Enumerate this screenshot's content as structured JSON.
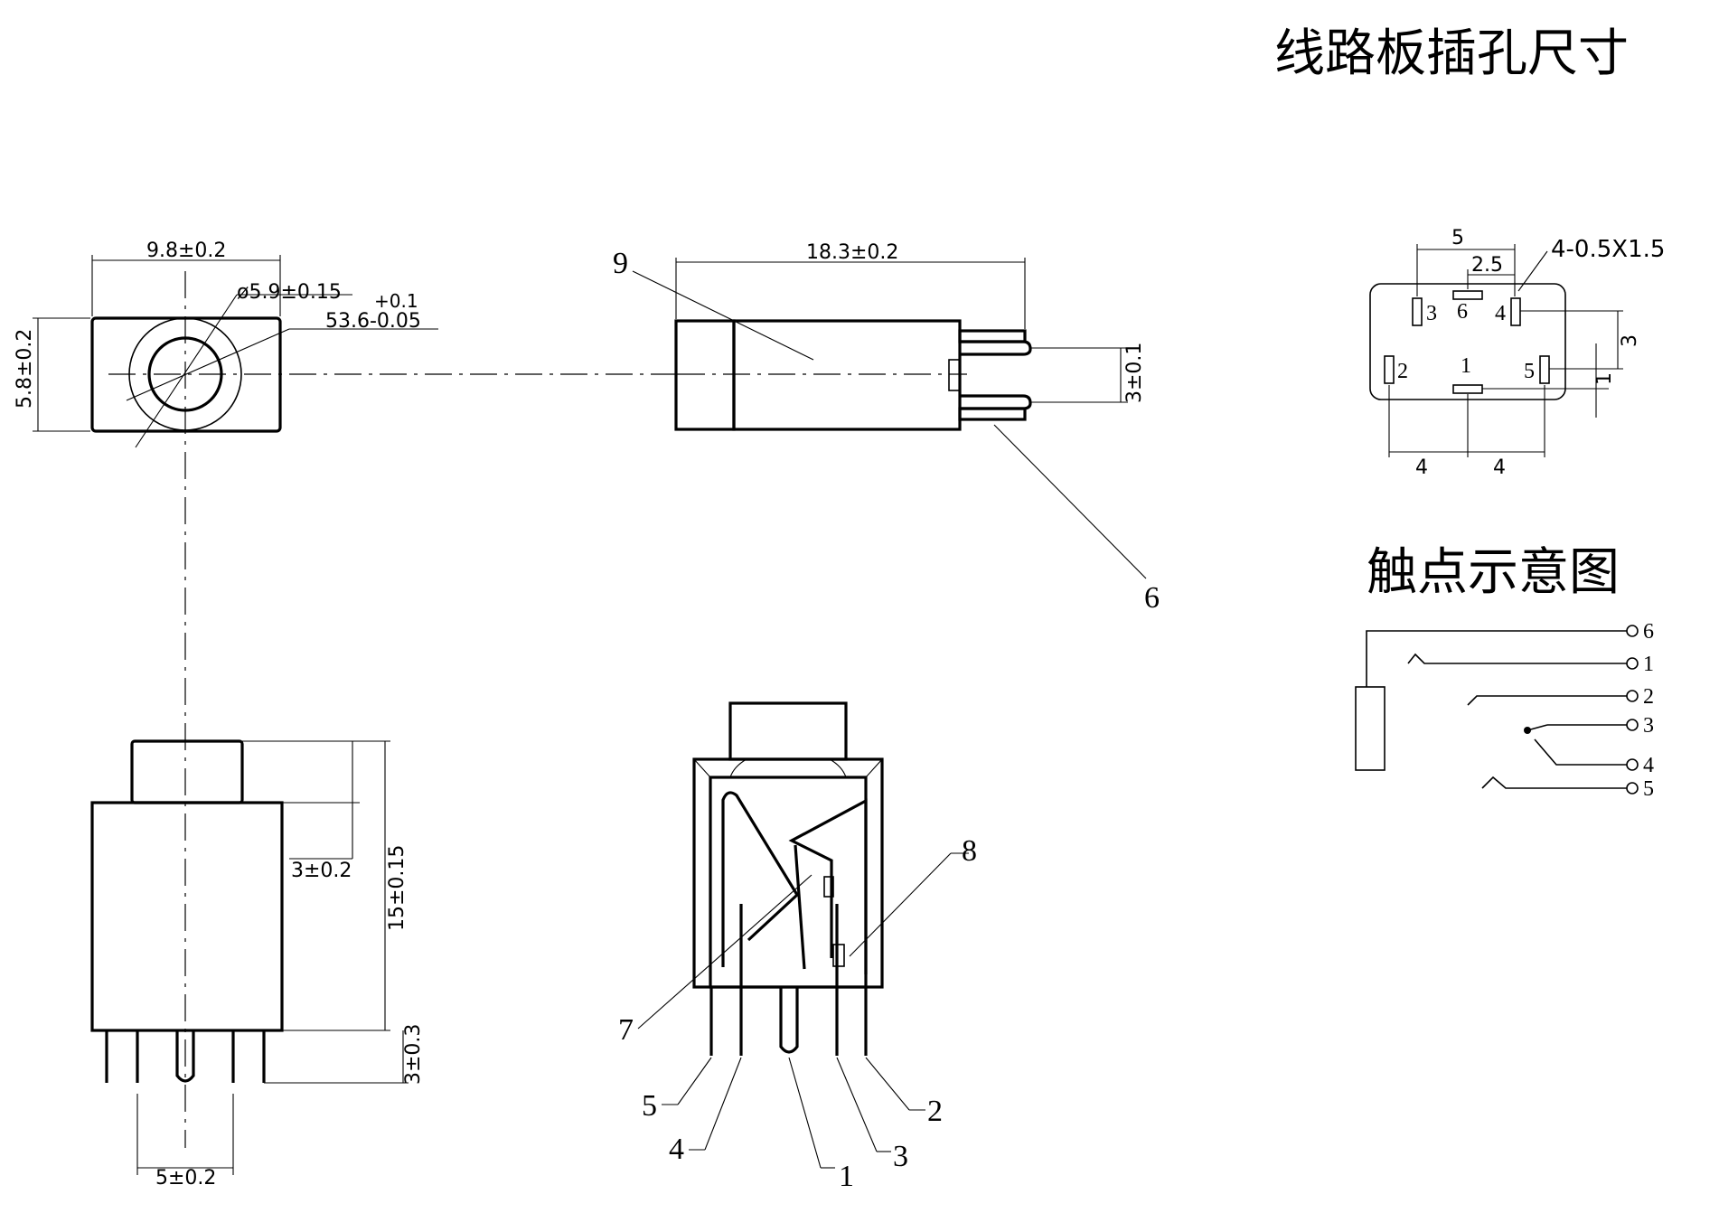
{
  "titles": {
    "pcb_holes": "线路板插孔尺寸",
    "contact_diagram": "触点示意图"
  },
  "dimensions": {
    "front_width": "9.8±0.2",
    "front_height": "5.8±0.2",
    "hole_dia": "ø5.9±0.15",
    "tol_upper": "+0.1",
    "tol_main": "53.6-0.05",
    "side_length": "18.3±0.2",
    "pin_gap": "3±0.1",
    "bottom_step": "3±0.2",
    "bottom_height": "15±0.15",
    "pin_length": "3±0.3",
    "pin_pitch": "5±0.2"
  },
  "pcb": {
    "w5": "5",
    "w2_5": "2.5",
    "slot_spec": "4-0.5X1.5",
    "h3": "3",
    "h1": "1",
    "w4a": "4",
    "w4b": "4",
    "pads": [
      "3",
      "6",
      "4",
      "2",
      "1",
      "5"
    ]
  },
  "callouts": [
    "9",
    "6",
    "8",
    "7",
    "5",
    "4",
    "1",
    "3",
    "2"
  ],
  "contacts": [
    "6",
    "1",
    "2",
    "3",
    "4",
    "5"
  ]
}
